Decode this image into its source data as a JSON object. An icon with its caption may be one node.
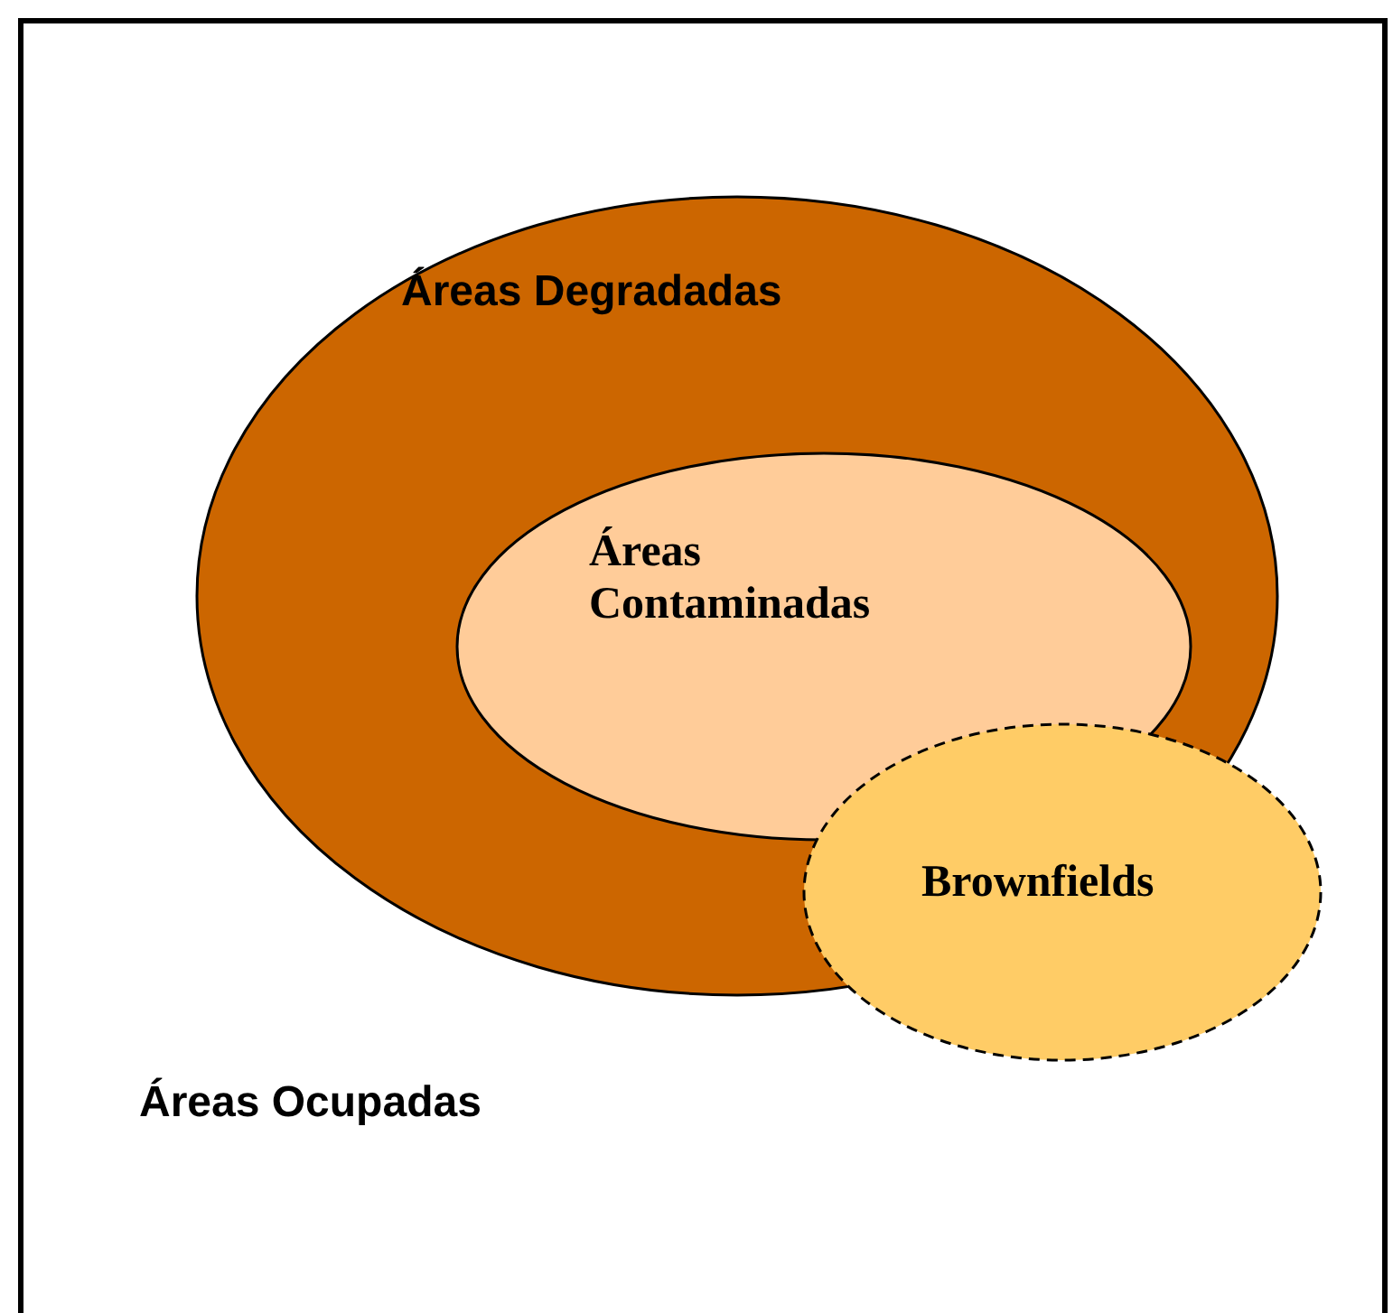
{
  "diagram": {
    "nodes": [
      {
        "text": [
          "Áreas Ocupadas"
        ]
      },
      {
        "text": [
          "Áreas Degradadas"
        ],
        "in": 0
      },
      {
        "text": [
          "Áreas Contaminadas"
        ],
        "in": 1
      },
      {
        "text": [
          "Brownfields"
        ],
        "in": 0
      }
    ]
  }
}
